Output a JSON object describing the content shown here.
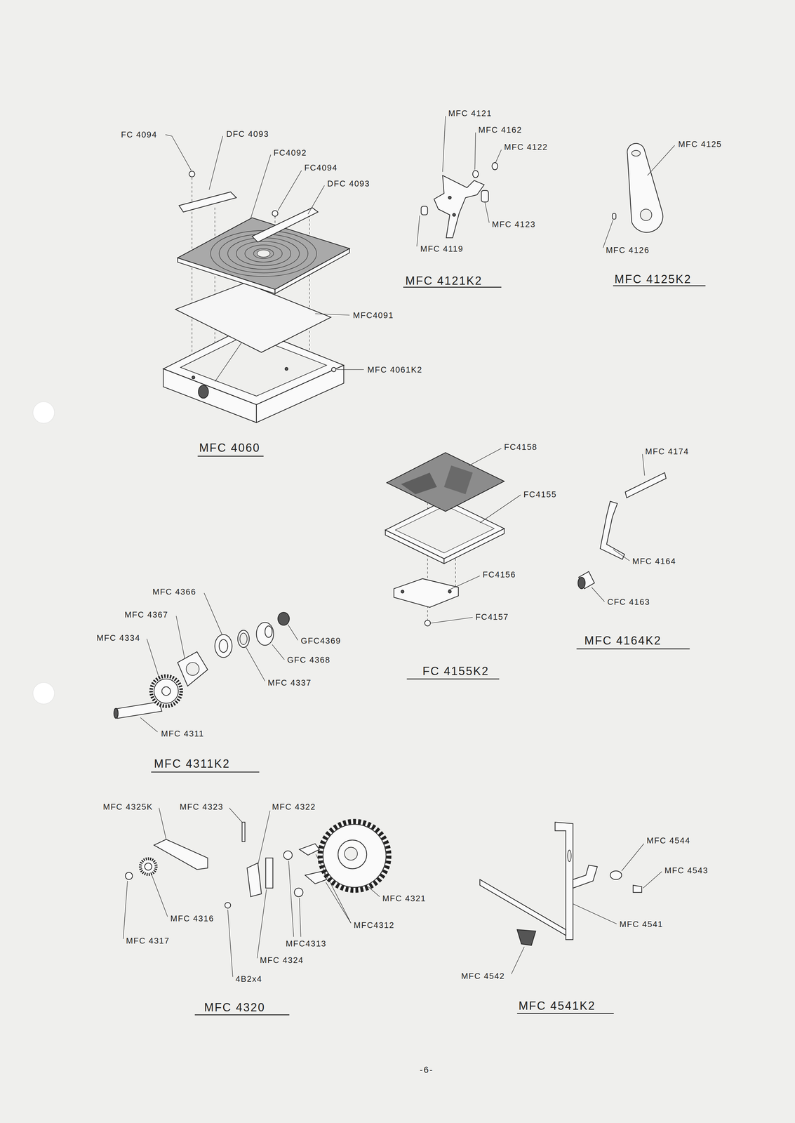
{
  "diagram": {
    "labels": [
      "FC 4094",
      "DFC 4093",
      "FC4092",
      "FC4094",
      "DFC 4093",
      "MFC4091",
      "MFC 4061K2",
      "MFC 4060",
      "MFC 4121",
      "MFC 4162",
      "MFC 4122",
      "MFC 4123",
      "MFC 4119",
      "MFC 4121K2",
      "MFC 4125",
      "MFC 4126",
      "MFC 4125K2",
      "FC4158",
      "FC4155",
      "FC4156",
      "FC4157",
      "FC 4155K2",
      "MFC 4174",
      "MFC 4164",
      "CFC 4163",
      "MFC 4164K2",
      "MFC 4366",
      "MFC 4367",
      "MFC 4334",
      "GFC4369",
      "GFC 4368",
      "MFC 4337",
      "MFC 4311",
      "MFC 4311K2",
      "MFC 4325K",
      "MFC 4323",
      "MFC 4322",
      "MFC 4321",
      "MFC4312",
      "MFC4313",
      "MFC 4316",
      "MFC 4317",
      "MFC 4324",
      "4B2x4",
      "MFC 4320",
      "MFC 4544",
      "MFC 4543",
      "MFC 4541",
      "MFC 4542",
      "MFC 4541K2",
      "-6-"
    ]
  }
}
